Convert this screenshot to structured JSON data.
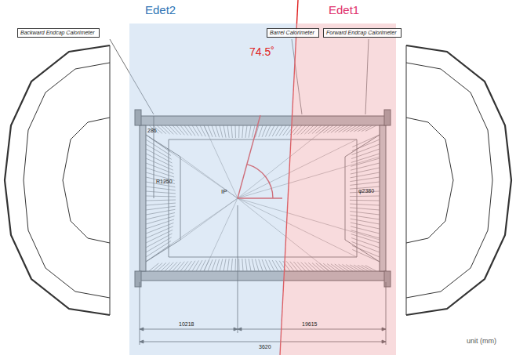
{
  "diagram": {
    "nodes": [
      {
        "text": [
          "Edet2"
        ]
      },
      {
        "text": [
          "Edet1"
        ]
      },
      {
        "text": [
          "Backward Endcap Calorimeter"
        ]
      },
      {
        "text": [
          "Barrel Calorimeter"
        ]
      },
      {
        "text": [
          "Forward Endcap Calorimeter"
        ]
      }
    ],
    "edges": [],
    "labels": [
      "74.5˚",
      "IP",
      "10218",
      "19615",
      "3620",
      "unit (mm)",
      "286",
      "R1250",
      "φ2380"
    ]
  }
}
